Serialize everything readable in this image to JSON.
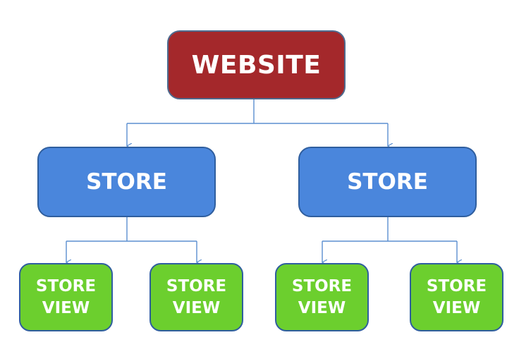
{
  "colors": {
    "website_fill": "#A4282B",
    "website_border": "#4E6A8E",
    "store_fill": "#4A86DC",
    "store_border": "#2F5E9E",
    "view_fill": "#6CCF2E",
    "view_border": "#2F5E9E",
    "connector": "#5B8FD0"
  },
  "nodes": {
    "website": {
      "label": "WEBSITE"
    },
    "stores": [
      {
        "label": "STORE"
      },
      {
        "label": "STORE"
      }
    ],
    "store_views": [
      {
        "line1": "STORE",
        "line2": "VIEW"
      },
      {
        "line1": "STORE",
        "line2": "VIEW"
      },
      {
        "line1": "STORE",
        "line2": "VIEW"
      },
      {
        "line1": "STORE",
        "line2": "VIEW"
      }
    ]
  }
}
